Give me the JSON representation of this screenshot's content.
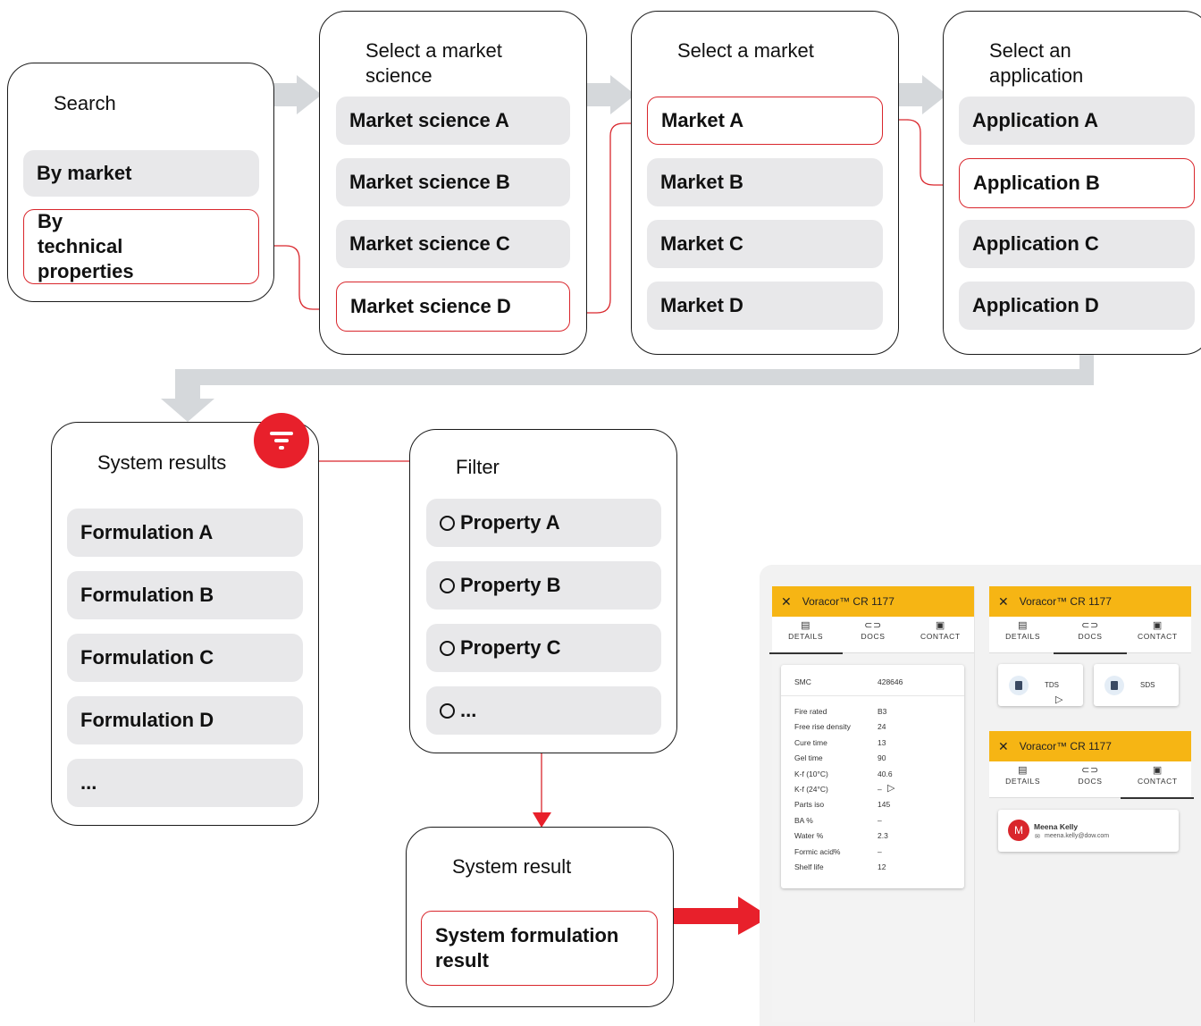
{
  "search": {
    "title": "Search",
    "items": [
      "By market",
      "By technical properties"
    ]
  },
  "market_science": {
    "title": "Select a market science",
    "items": [
      "Market science A",
      "Market science B",
      "Market science C",
      "Market science D"
    ]
  },
  "market": {
    "title": "Select a market",
    "items": [
      "Market A",
      "Market B",
      "Market C",
      "Market D"
    ]
  },
  "application": {
    "title": "Select an application",
    "items": [
      "Application A",
      "Application B",
      "Application C",
      "Application D"
    ]
  },
  "system_results": {
    "title": "System results",
    "items": [
      "Formulation A",
      "Formulation B",
      "Formulation C",
      "Formulation D",
      "..."
    ]
  },
  "filter": {
    "title": "Filter",
    "items": [
      "Property A",
      "Property B",
      "Property C",
      "..."
    ]
  },
  "system_result": {
    "title": "System result",
    "item": "System formulation result"
  },
  "details_panel": {
    "product": "Voracor™ CR 1177",
    "tabs": [
      "DETAILS",
      "DOCS",
      "CONTACT"
    ],
    "smc_label": "SMC",
    "smc_value": "428646",
    "properties": [
      {
        "label": "Fire rated",
        "value": "B3"
      },
      {
        "label": "Free rise density",
        "value": "24"
      },
      {
        "label": "Cure time",
        "value": "13"
      },
      {
        "label": "Gel time",
        "value": "90"
      },
      {
        "label": "K-f (10°C)",
        "value": "40.6"
      },
      {
        "label": "K-f (24°C)",
        "value": "–"
      },
      {
        "label": "Parts iso",
        "value": "145"
      },
      {
        "label": "BA %",
        "value": "–"
      },
      {
        "label": "Water %",
        "value": "2.3"
      },
      {
        "label": "Formic acid%",
        "value": "–"
      },
      {
        "label": "Shelf life",
        "value": "12"
      }
    ]
  },
  "docs_panel": {
    "product": "Voracor™ CR 1177",
    "tabs": [
      "DETAILS",
      "DOCS",
      "CONTACT"
    ],
    "docs": [
      "TDS",
      "SDS"
    ]
  },
  "contact_panel": {
    "product": "Voracor™ CR 1177",
    "tabs": [
      "DETAILS",
      "DOCS",
      "CONTACT"
    ],
    "contact": {
      "initial": "M",
      "name": "Meena Kelly",
      "email": "meena.kelly@dow.com"
    }
  },
  "colors": {
    "accent_red": "#d9262c",
    "header_yellow": "#f6b514",
    "pill_gray": "#e8e8ea",
    "arrow_gray": "#d5d8db"
  }
}
